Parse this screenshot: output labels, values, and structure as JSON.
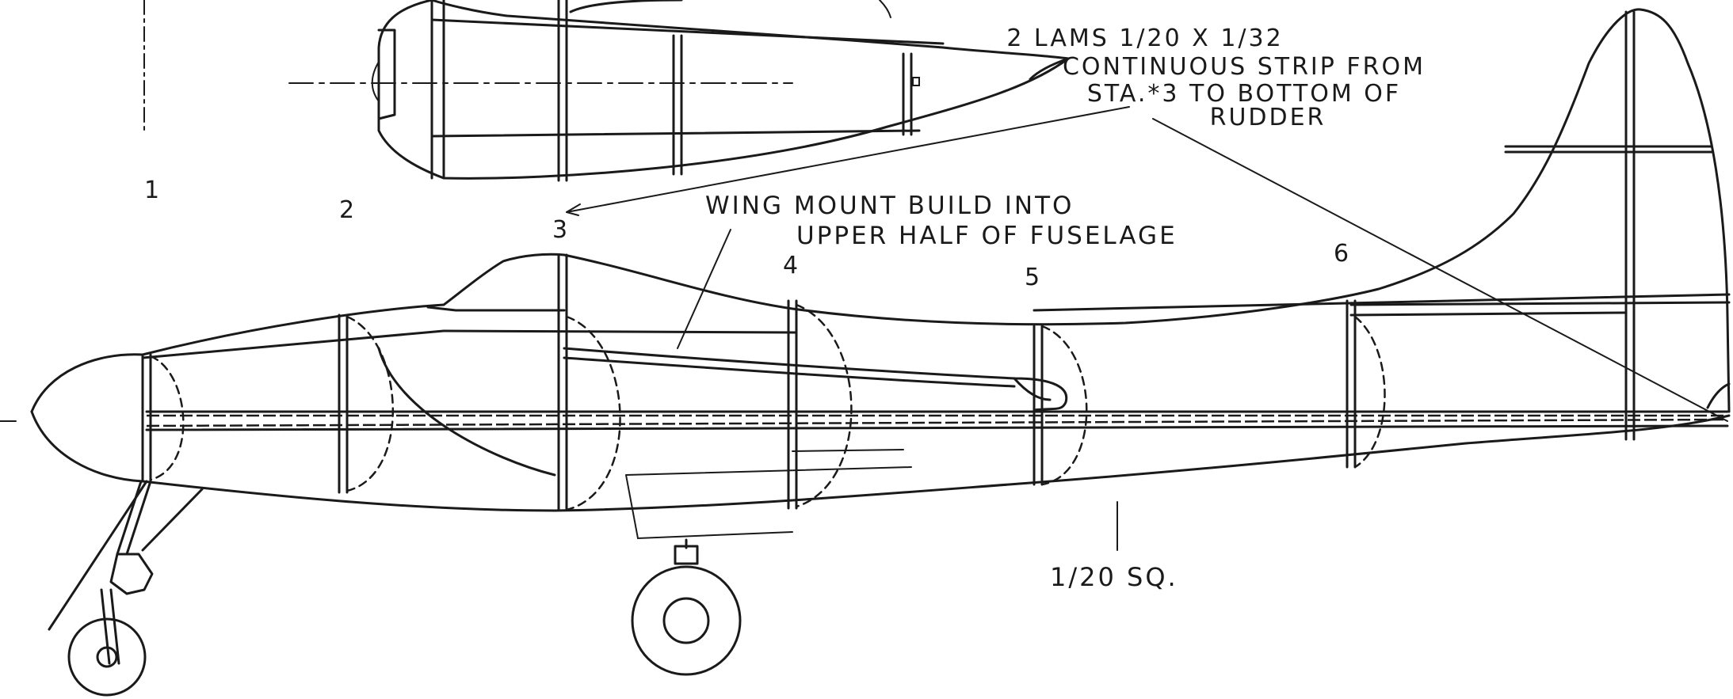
{
  "notes": {
    "lams": [
      "2  LAMS   1/20 X 1/32",
      "CONTINUOUS STRIP FROM",
      "STA.*3  TO BOTTOM OF",
      "RUDDER"
    ],
    "wing_mount": [
      "WING  MOUNT  BUILD  INTO",
      "UPPER  HALF  OF  FUSELAGE"
    ],
    "stringer": "1/20  SQ."
  },
  "stations": [
    "1",
    "2",
    "3",
    "4",
    "5",
    "6"
  ]
}
